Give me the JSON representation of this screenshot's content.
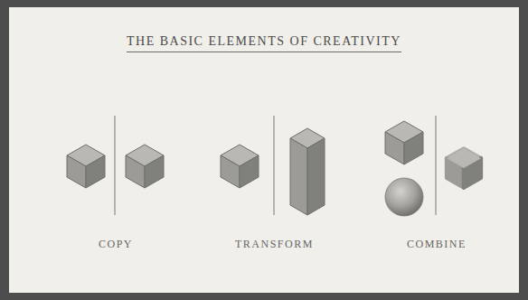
{
  "diagram": {
    "title": "THE BASIC ELEMENTS OF CREATIVITY",
    "labels": [
      "COPY",
      "TRANSFORM",
      "COMBINE"
    ]
  }
}
